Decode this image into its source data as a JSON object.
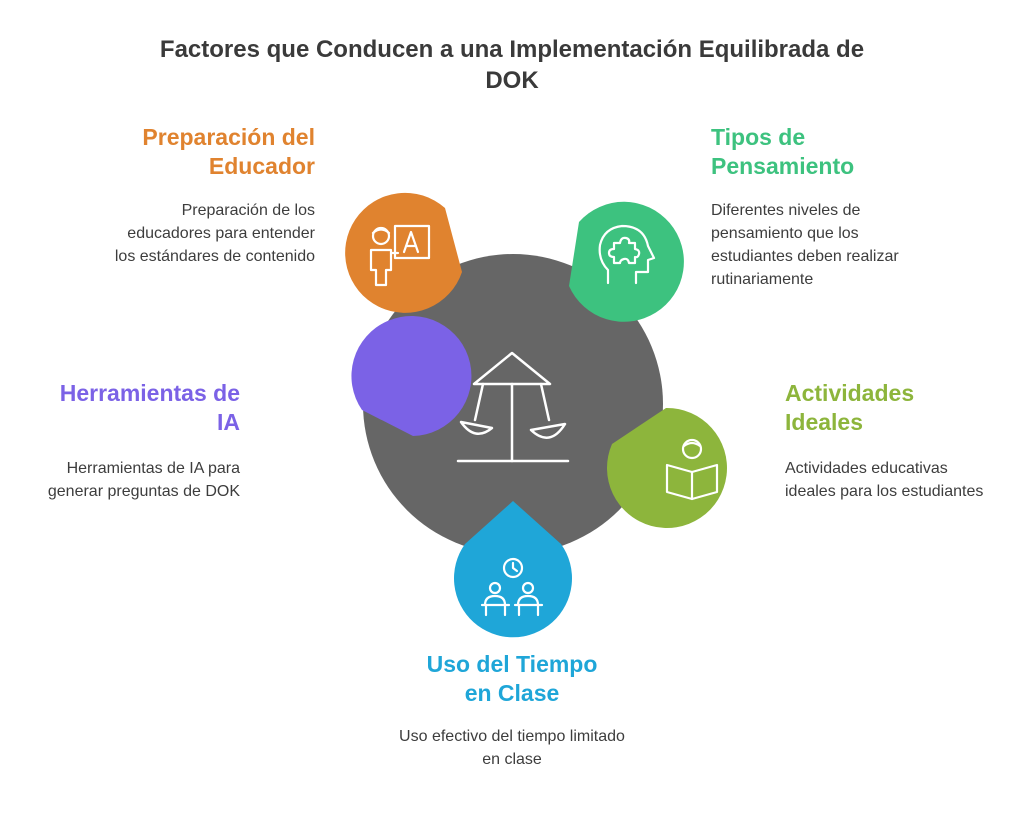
{
  "title": "Factores que Conducen a una Implementación Equilibrada de DOK",
  "center_icon": "balance-scale-icon",
  "factors": [
    {
      "heading": "Preparación del Educador",
      "description": "Preparación de los educadores para entender los estándares de contenido",
      "color": "#e0832f",
      "icon": "teacher-board-icon"
    },
    {
      "heading": "Tipos de Pensamiento",
      "description": "Diferentes niveles de pensamiento que los estudiantes deben realizar rutinariamente",
      "color": "#3dc27f",
      "icon": "head-puzzle-icon"
    },
    {
      "heading": "Actividades Ideales",
      "description": "Actividades educativas ideales para los estudiantes",
      "color": "#8db53c",
      "icon": "student-reading-icon"
    },
    {
      "heading": "Uso del Tiempo en Clase",
      "description": "Uso efectivo del tiempo limitado en clase",
      "color": "#1fa6d8",
      "icon": "classroom-clock-icon"
    },
    {
      "heading": "Herramientas de IA",
      "description": "Herramientas de IA para generar preguntas de DOK",
      "color": "#7b62e6",
      "icon": "robot-search-icon"
    }
  ],
  "colors": {
    "center": "#666666",
    "title": "#3a3a3a",
    "text": "#3d3d3d"
  }
}
